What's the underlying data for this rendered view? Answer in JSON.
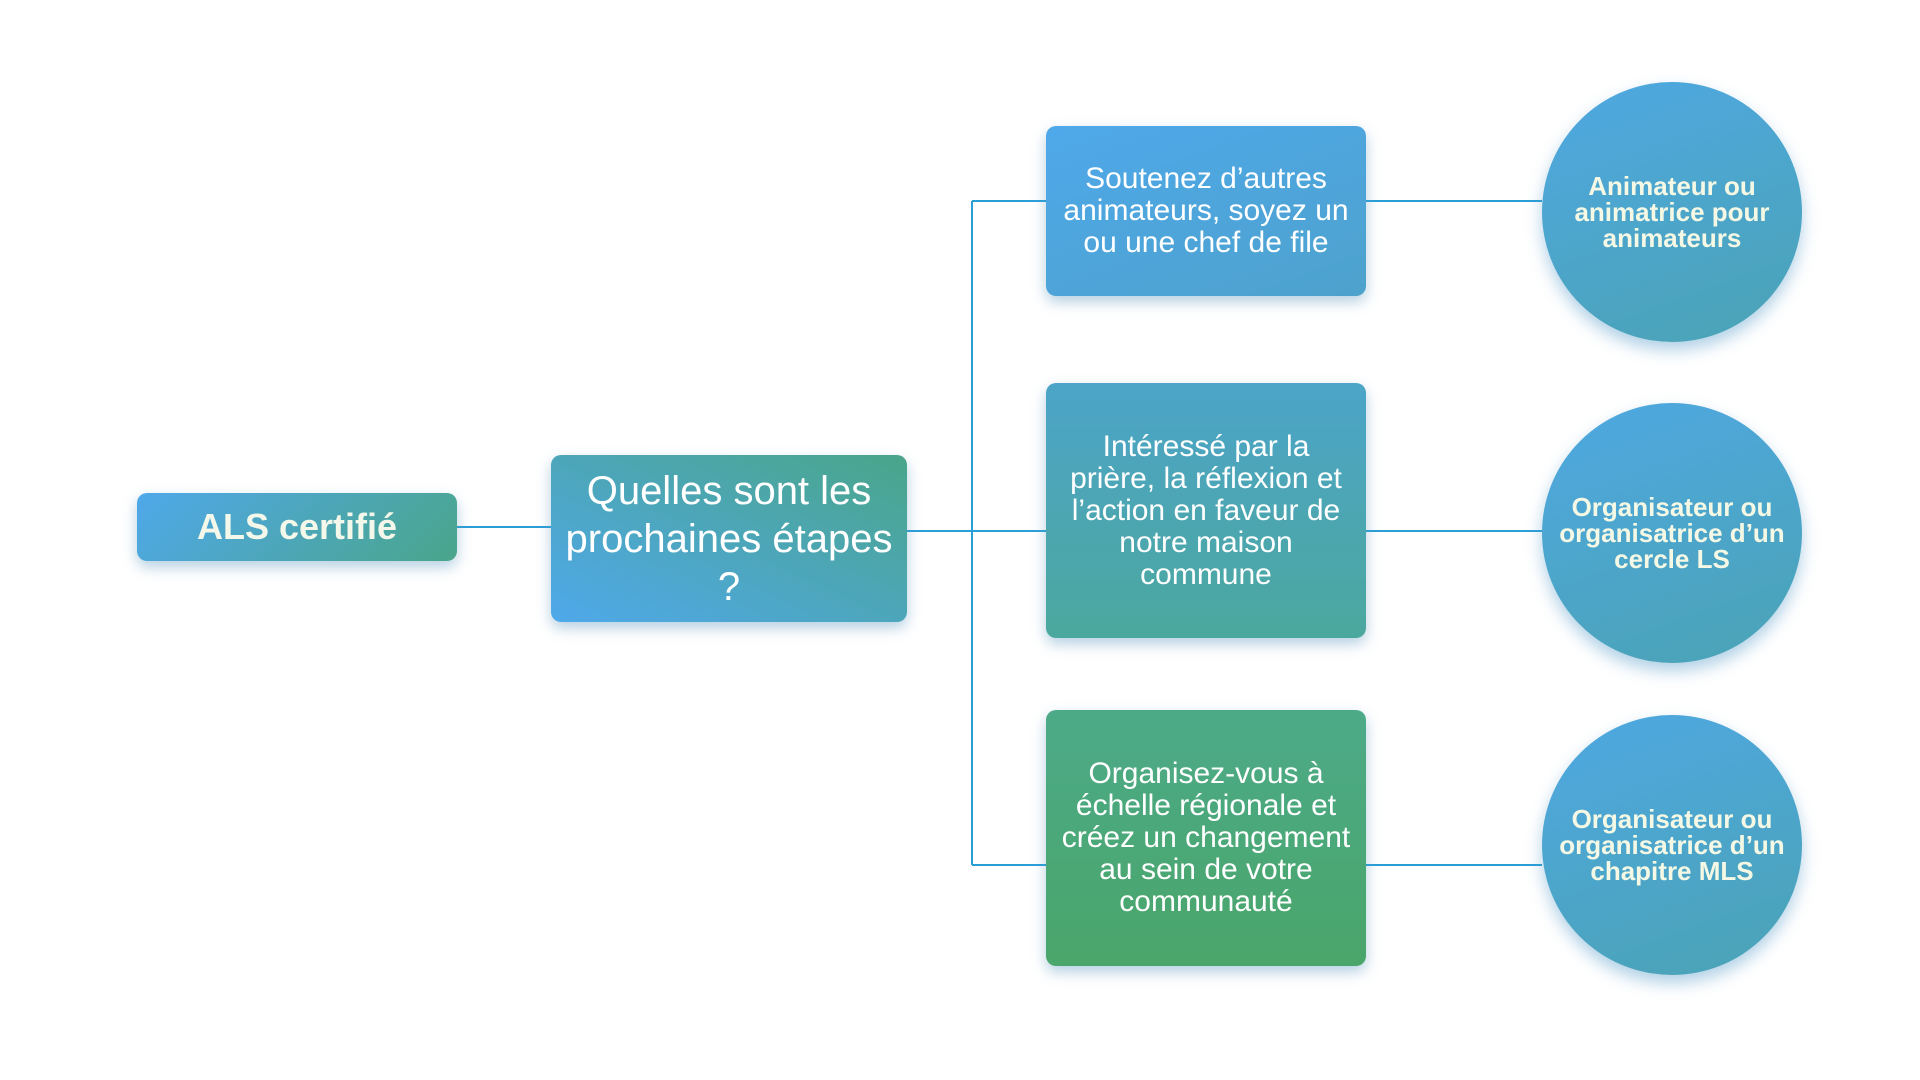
{
  "diagram": {
    "root": {
      "label": "ALS certifié"
    },
    "question": {
      "label": "Quelles sont les prochaines étapes ?"
    },
    "branches": [
      {
        "box": "Soutenez d’autres animateurs, soyez un ou une chef de file",
        "role": "Animateur ou animatrice pour animateurs"
      },
      {
        "box": "Intéressé par la prière, la réflexion et l’action en faveur de notre maison commune",
        "role": "Organisateur ou organisatrice d’un cercle LS"
      },
      {
        "box": "Organisez-vous à échelle régionale et créez un changement au sein de votre communauté",
        "role": "Organisateur ou organisatrice d’un chapitre MLS"
      }
    ]
  },
  "colors": {
    "connector": "#2a9fd6",
    "blue": "#4fa8ea",
    "green": "#4aa66a",
    "teal": "#4aa3b4",
    "circle_text": "#f4f8e4"
  }
}
